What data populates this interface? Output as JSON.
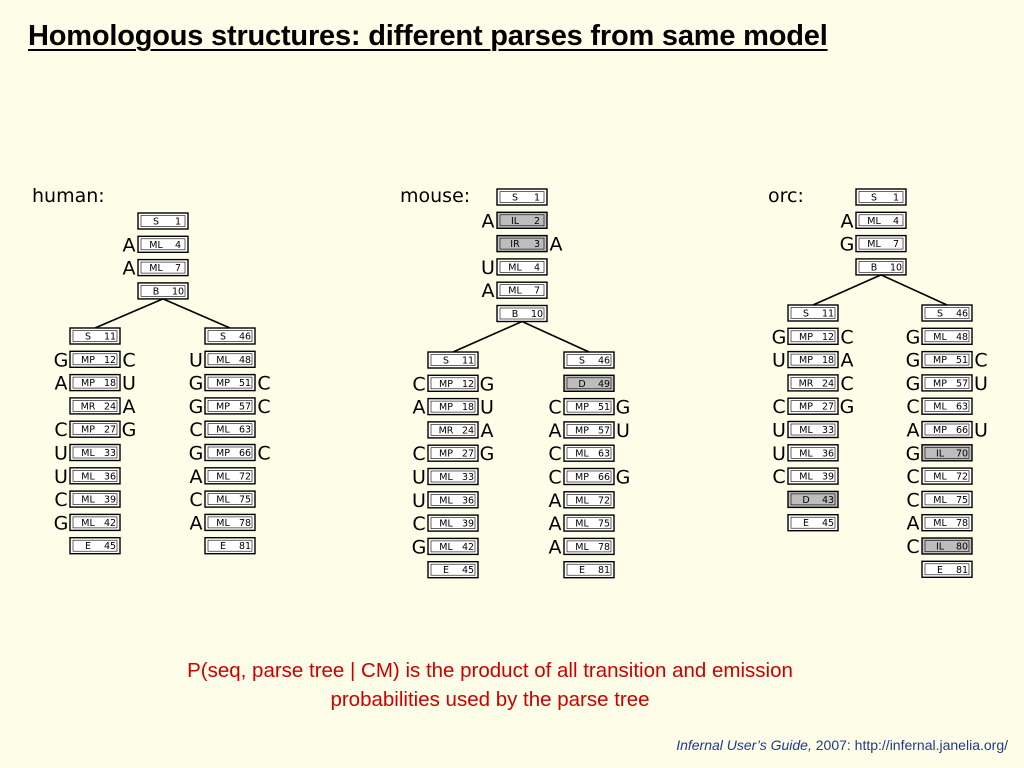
{
  "title": "Homologous structures: different parses from same model",
  "caption": {
    "line1": "P(seq, parse tree | CM) is the product of all transition and emission",
    "line2": "probabilities used by the parse tree"
  },
  "citation": {
    "book": "Infernal User’s Guide,",
    "rest": " 2007: http://infernal.janelia.org/"
  },
  "colors": {
    "background": "#FEFDE7",
    "caption": "#CC0000",
    "citation": "#1F3A93",
    "highlight": "#BDBDBD"
  },
  "trees": [
    {
      "label": "human:",
      "root": [
        {
          "state": "S",
          "n": "1",
          "left": "",
          "right": "",
          "hl": false
        },
        {
          "state": "ML",
          "n": "4",
          "left": "A",
          "right": "",
          "hl": false
        },
        {
          "state": "ML",
          "n": "7",
          "left": "A",
          "right": "",
          "hl": false
        },
        {
          "state": "B",
          "n": "10",
          "left": "",
          "right": "",
          "hl": false
        }
      ],
      "branches": [
        [
          {
            "state": "S",
            "n": "11",
            "left": "",
            "right": "",
            "hl": false
          },
          {
            "state": "MP",
            "n": "12",
            "left": "G",
            "right": "C",
            "hl": false
          },
          {
            "state": "MP",
            "n": "18",
            "left": "A",
            "right": "U",
            "hl": false
          },
          {
            "state": "MR",
            "n": "24",
            "left": "",
            "right": "A",
            "hl": false
          },
          {
            "state": "MP",
            "n": "27",
            "left": "C",
            "right": "G",
            "hl": false
          },
          {
            "state": "ML",
            "n": "33",
            "left": "U",
            "right": "",
            "hl": false
          },
          {
            "state": "ML",
            "n": "36",
            "left": "U",
            "right": "",
            "hl": false
          },
          {
            "state": "ML",
            "n": "39",
            "left": "C",
            "right": "",
            "hl": false
          },
          {
            "state": "ML",
            "n": "42",
            "left": "G",
            "right": "",
            "hl": false
          },
          {
            "state": "E",
            "n": "45",
            "left": "",
            "right": "",
            "hl": false
          }
        ],
        [
          {
            "state": "S",
            "n": "46",
            "left": "",
            "right": "",
            "hl": false
          },
          {
            "state": "ML",
            "n": "48",
            "left": "U",
            "right": "",
            "hl": false
          },
          {
            "state": "MP",
            "n": "51",
            "left": "G",
            "right": "C",
            "hl": false
          },
          {
            "state": "MP",
            "n": "57",
            "left": "G",
            "right": "C",
            "hl": false
          },
          {
            "state": "ML",
            "n": "63",
            "left": "C",
            "right": "",
            "hl": false
          },
          {
            "state": "MP",
            "n": "66",
            "left": "G",
            "right": "C",
            "hl": false
          },
          {
            "state": "ML",
            "n": "72",
            "left": "A",
            "right": "",
            "hl": false
          },
          {
            "state": "ML",
            "n": "75",
            "left": "C",
            "right": "",
            "hl": false
          },
          {
            "state": "ML",
            "n": "78",
            "left": "A",
            "right": "",
            "hl": false
          },
          {
            "state": "E",
            "n": "81",
            "left": "",
            "right": "",
            "hl": false
          }
        ]
      ]
    },
    {
      "label": "mouse:",
      "root": [
        {
          "state": "S",
          "n": "1",
          "left": "",
          "right": "",
          "hl": false
        },
        {
          "state": "IL",
          "n": "2",
          "left": "A",
          "right": "",
          "hl": true
        },
        {
          "state": "IR",
          "n": "3",
          "left": "",
          "right": "A",
          "hl": true
        },
        {
          "state": "ML",
          "n": "4",
          "left": "U",
          "right": "",
          "hl": false
        },
        {
          "state": "ML",
          "n": "7",
          "left": "A",
          "right": "",
          "hl": false
        },
        {
          "state": "B",
          "n": "10",
          "left": "",
          "right": "",
          "hl": false
        }
      ],
      "branches": [
        [
          {
            "state": "S",
            "n": "11",
            "left": "",
            "right": "",
            "hl": false
          },
          {
            "state": "MP",
            "n": "12",
            "left": "C",
            "right": "G",
            "hl": false
          },
          {
            "state": "MP",
            "n": "18",
            "left": "A",
            "right": "U",
            "hl": false
          },
          {
            "state": "MR",
            "n": "24",
            "left": "",
            "right": "A",
            "hl": false
          },
          {
            "state": "MP",
            "n": "27",
            "left": "C",
            "right": "G",
            "hl": false
          },
          {
            "state": "ML",
            "n": "33",
            "left": "U",
            "right": "",
            "hl": false
          },
          {
            "state": "ML",
            "n": "36",
            "left": "U",
            "right": "",
            "hl": false
          },
          {
            "state": "ML",
            "n": "39",
            "left": "C",
            "right": "",
            "hl": false
          },
          {
            "state": "ML",
            "n": "42",
            "left": "G",
            "right": "",
            "hl": false
          },
          {
            "state": "E",
            "n": "45",
            "left": "",
            "right": "",
            "hl": false
          }
        ],
        [
          {
            "state": "S",
            "n": "46",
            "left": "",
            "right": "",
            "hl": false
          },
          {
            "state": "D",
            "n": "49",
            "left": "",
            "right": "",
            "hl": true
          },
          {
            "state": "MP",
            "n": "51",
            "left": "C",
            "right": "G",
            "hl": false
          },
          {
            "state": "MP",
            "n": "57",
            "left": "A",
            "right": "U",
            "hl": false
          },
          {
            "state": "ML",
            "n": "63",
            "left": "C",
            "right": "",
            "hl": false
          },
          {
            "state": "MP",
            "n": "66",
            "left": "C",
            "right": "G",
            "hl": false
          },
          {
            "state": "ML",
            "n": "72",
            "left": "A",
            "right": "",
            "hl": false
          },
          {
            "state": "ML",
            "n": "75",
            "left": "A",
            "right": "",
            "hl": false
          },
          {
            "state": "ML",
            "n": "78",
            "left": "A",
            "right": "",
            "hl": false
          },
          {
            "state": "E",
            "n": "81",
            "left": "",
            "right": "",
            "hl": false
          }
        ]
      ]
    },
    {
      "label": "orc:",
      "root": [
        {
          "state": "S",
          "n": "1",
          "left": "",
          "right": "",
          "hl": false
        },
        {
          "state": "ML",
          "n": "4",
          "left": "A",
          "right": "",
          "hl": false
        },
        {
          "state": "ML",
          "n": "7",
          "left": "G",
          "right": "",
          "hl": false
        },
        {
          "state": "B",
          "n": "10",
          "left": "",
          "right": "",
          "hl": false
        }
      ],
      "branches": [
        [
          {
            "state": "S",
            "n": "11",
            "left": "",
            "right": "",
            "hl": false
          },
          {
            "state": "MP",
            "n": "12",
            "left": "G",
            "right": "C",
            "hl": false
          },
          {
            "state": "MP",
            "n": "18",
            "left": "U",
            "right": "A",
            "hl": false
          },
          {
            "state": "MR",
            "n": "24",
            "left": "",
            "right": "C",
            "hl": false
          },
          {
            "state": "MP",
            "n": "27",
            "left": "C",
            "right": "G",
            "hl": false
          },
          {
            "state": "ML",
            "n": "33",
            "left": "U",
            "right": "",
            "hl": false
          },
          {
            "state": "ML",
            "n": "36",
            "left": "U",
            "right": "",
            "hl": false
          },
          {
            "state": "ML",
            "n": "39",
            "left": "C",
            "right": "",
            "hl": false
          },
          {
            "state": "D",
            "n": "43",
            "left": "",
            "right": "",
            "hl": true
          },
          {
            "state": "E",
            "n": "45",
            "left": "",
            "right": "",
            "hl": false
          }
        ],
        [
          {
            "state": "S",
            "n": "46",
            "left": "",
            "right": "",
            "hl": false
          },
          {
            "state": "ML",
            "n": "48",
            "left": "G",
            "right": "",
            "hl": false
          },
          {
            "state": "MP",
            "n": "51",
            "left": "G",
            "right": "C",
            "hl": false
          },
          {
            "state": "MP",
            "n": "57",
            "left": "G",
            "right": "U",
            "hl": false
          },
          {
            "state": "ML",
            "n": "63",
            "left": "C",
            "right": "",
            "hl": false
          },
          {
            "state": "MP",
            "n": "66",
            "left": "A",
            "right": "U",
            "hl": false
          },
          {
            "state": "IL",
            "n": "70",
            "left": "G",
            "right": "",
            "hl": true
          },
          {
            "state": "ML",
            "n": "72",
            "left": "C",
            "right": "",
            "hl": false
          },
          {
            "state": "ML",
            "n": "75",
            "left": "C",
            "right": "",
            "hl": false
          },
          {
            "state": "ML",
            "n": "78",
            "left": "A",
            "right": "",
            "hl": false
          },
          {
            "state": "IL",
            "n": "80",
            "left": "C",
            "right": "",
            "hl": true
          },
          {
            "state": "E",
            "n": "81",
            "left": "",
            "right": "",
            "hl": false
          }
        ]
      ]
    }
  ]
}
